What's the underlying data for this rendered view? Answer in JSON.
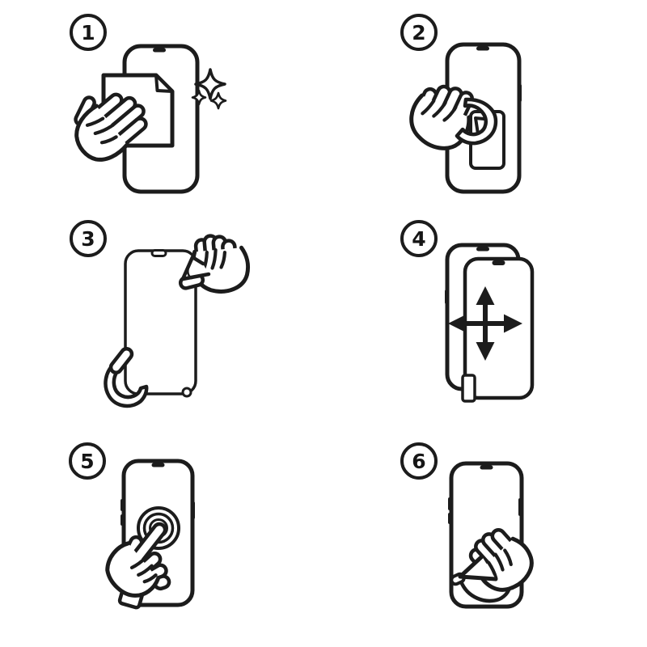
{
  "illustration": {
    "line_color": "#1c1c1c",
    "background": "#ffffff"
  },
  "steps": [
    {
      "number": "1",
      "icon": "clean-screen-with-cloth-icon"
    },
    {
      "number": "2",
      "icon": "peel-film-from-screen-icon"
    },
    {
      "number": "3",
      "icon": "hold-protector-by-edges-icon"
    },
    {
      "number": "4",
      "icon": "align-protector-on-phone-icon"
    },
    {
      "number": "5",
      "icon": "press-center-of-screen-icon"
    },
    {
      "number": "6",
      "icon": "smooth-out-with-cloth-icon"
    }
  ]
}
